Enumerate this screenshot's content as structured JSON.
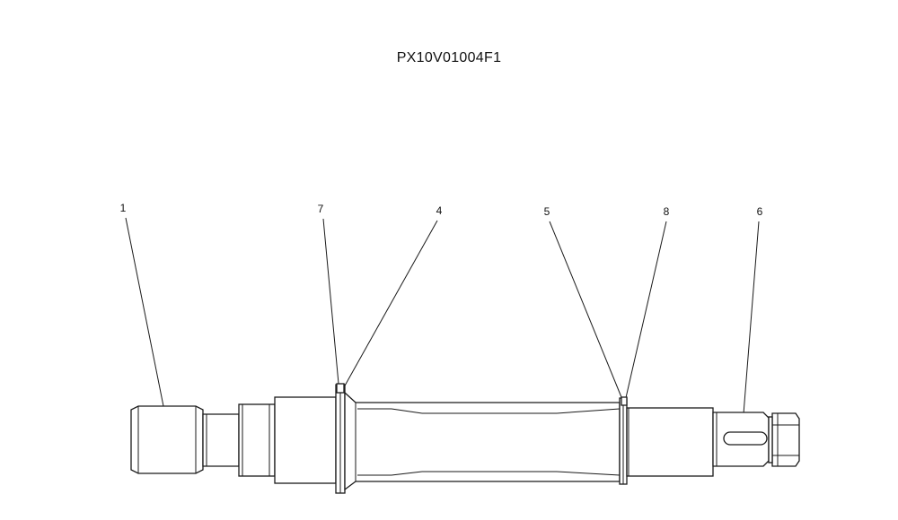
{
  "drawing": {
    "title": "PX10V01004F1",
    "callouts": [
      {
        "id": "c1",
        "label": "1"
      },
      {
        "id": "c7",
        "label": "7"
      },
      {
        "id": "c4",
        "label": "4"
      },
      {
        "id": "c5",
        "label": "5"
      },
      {
        "id": "c8",
        "label": "8"
      },
      {
        "id": "c6",
        "label": "6"
      }
    ]
  }
}
